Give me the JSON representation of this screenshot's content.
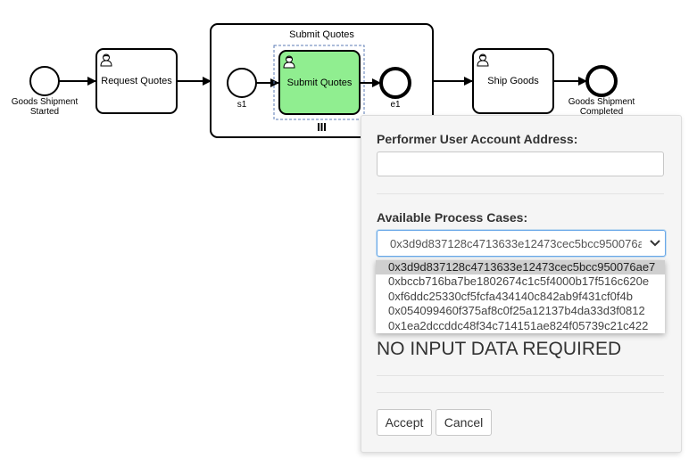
{
  "diagram": {
    "start_event_label": "Goods Shipment Started",
    "task_request_quotes": "Request Quotes",
    "subprocess_title": "Submit Quotes",
    "sub_start_label": "s1",
    "task_submit_quotes": "Submit Quotes",
    "sub_end_label": "e1",
    "task_ship_goods": "Ship Goods",
    "end_event_label": "Goods Shipment Completed",
    "highlight_color": "#90ee90"
  },
  "panel": {
    "performer_label": "Performer User Account Address:",
    "performer_value": "",
    "cases_label": "Available Process Cases:",
    "selected_case": "0x3d9d837128c4713633e12473cec5bcc950076ae7",
    "options": [
      "0x3d9d837128c4713633e12473cec5bcc950076ae7",
      "0xbccb716ba7be1802674c1c5f4000b17f516c620e",
      "0xf6ddc25330cf5fcfa434140c842ab9f431cf0f4b",
      "0x054099460f375af8c0f25a12137b4da33d3f0812",
      "0x1ea2dccddc48f34c714151ae824f05739c21c422"
    ],
    "no_input_text": "NO INPUT DATA REQUIRED",
    "accept_label": "Accept",
    "cancel_label": "Cancel"
  }
}
